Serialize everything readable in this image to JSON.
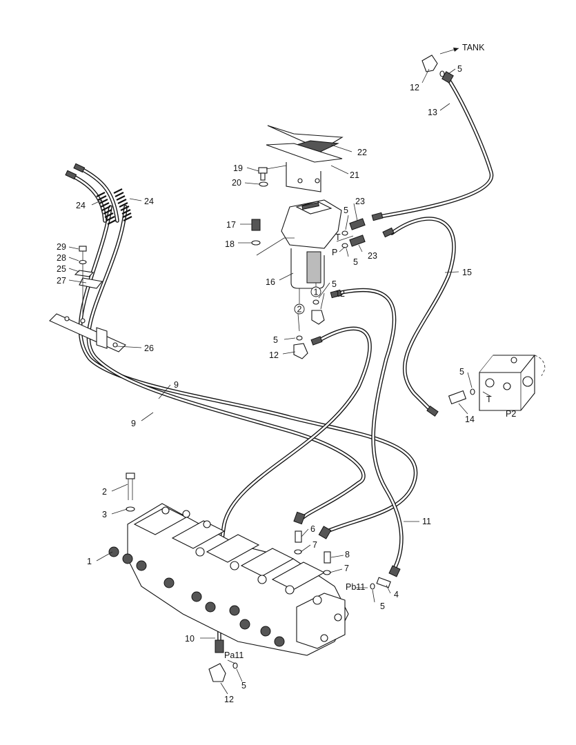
{
  "labels": {
    "tank": "TANK",
    "p2": "P2",
    "t_port_valve": "T",
    "t_port_pedal": "T",
    "p_port_pedal": "P",
    "pa11": "Pa11",
    "pb11": "Pb11",
    "circle1": "1",
    "circle2": "2",
    "n1": "1",
    "n2": "2",
    "n3": "3",
    "n4": "4",
    "n5a": "5",
    "n5b": "5",
    "n5c": "5",
    "n5d": "5",
    "n5e": "5",
    "n5f": "5",
    "n5g": "5",
    "n5h": "5",
    "n5i": "5",
    "n6": "6",
    "n7a": "7",
    "n7b": "7",
    "n8": "8",
    "n9a": "9",
    "n9b": "9",
    "n10": "10",
    "n11": "11",
    "n12a": "12",
    "n12b": "12",
    "n12c": "12",
    "n12d": "12",
    "n13": "13",
    "n14": "14",
    "n15": "15",
    "n16": "16",
    "n17": "17",
    "n18": "18",
    "n19": "19",
    "n20": "20",
    "n21": "21",
    "n22": "22",
    "n23a": "23",
    "n23b": "23",
    "n24a": "24",
    "n24b": "24",
    "n25": "25",
    "n26": "26",
    "n27": "27",
    "n28": "28",
    "n29": "29"
  },
  "colors": {
    "line": "#111111",
    "background": "#ffffff"
  }
}
